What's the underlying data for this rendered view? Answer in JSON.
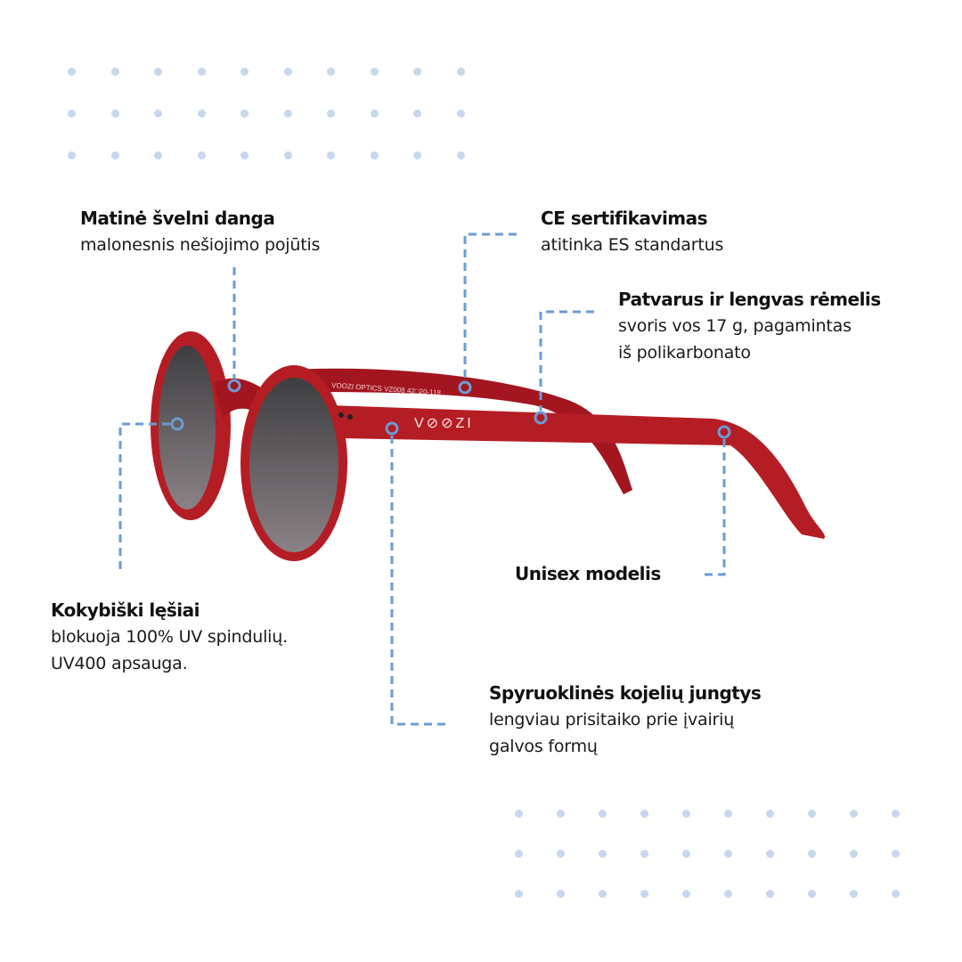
{
  "colors": {
    "accent": "#6b9bd6",
    "dots": "#c6d7ef",
    "frame": "#b51d25",
    "lens": "#4a4a4c"
  },
  "brand": {
    "logo_text": "V⊘⊘ZI",
    "temple_print": "VOOZI OPTICS VZ008 42□20-118"
  },
  "callouts": [
    {
      "title": "Matinė švelni danga",
      "lines": [
        "malonesnis nešiojimo pojūtis"
      ]
    },
    {
      "title": "CE sertifikavimas",
      "lines": [
        "atitinka ES standartus"
      ]
    },
    {
      "title": "Patvarus ir lengvas rėmelis",
      "lines": [
        "svoris vos  17 g, pagamintas",
        "iš polikarbonato"
      ]
    },
    {
      "title": "Kokybiški lęšiai",
      "lines": [
        "blokuoja 100% UV spindulių.",
        "UV400 apsauga."
      ]
    },
    {
      "title": "Unisex  modelis",
      "lines": []
    },
    {
      "title": "Spyruoklinės kojelių jungtys",
      "lines": [
        "lengviau prisitaiko prie įvairių",
        "galvos formų"
      ]
    }
  ]
}
